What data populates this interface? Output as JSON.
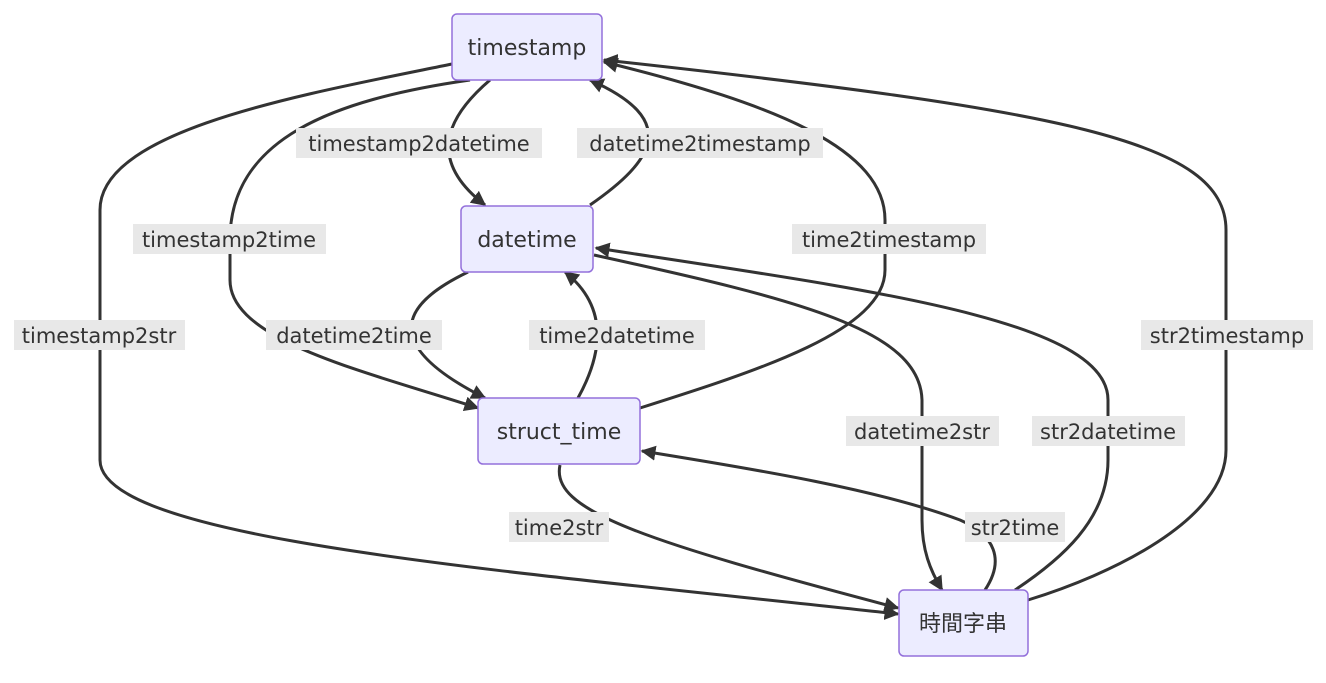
{
  "nodes": {
    "timestamp": "timestamp",
    "datetime": "datetime",
    "struct_time": "struct_time",
    "str": "時間字串"
  },
  "edges": {
    "timestamp2datetime": "timestamp2datetime",
    "datetime2timestamp": "datetime2timestamp",
    "timestamp2time": "timestamp2time",
    "time2timestamp": "time2timestamp",
    "timestamp2str": "timestamp2str",
    "str2timestamp": "str2timestamp",
    "datetime2time": "datetime2time",
    "time2datetime": "time2datetime",
    "datetime2str": "datetime2str",
    "str2datetime": "str2datetime",
    "time2str": "time2str",
    "str2time": "str2time"
  }
}
